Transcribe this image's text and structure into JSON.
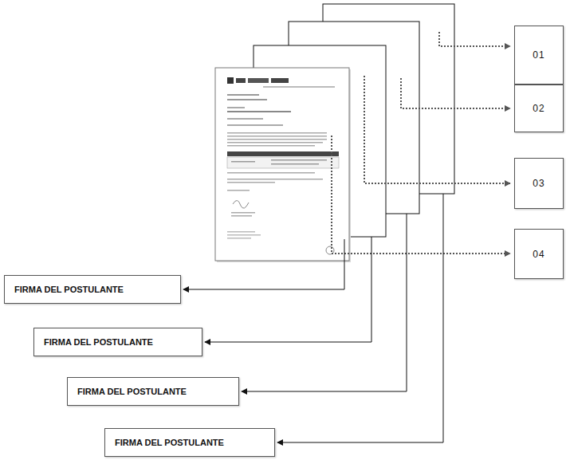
{
  "diagram": {
    "nodes": [
      {
        "text": [
          "01"
        ]
      },
      {
        "text": [
          "02"
        ]
      },
      {
        "text": [
          "03"
        ]
      },
      {
        "text": [
          "04"
        ]
      },
      {
        "text": [
          "FIRMA DEL POSTULANTE"
        ]
      },
      {
        "text": [
          "FIRMA DEL POSTULANTE"
        ]
      },
      {
        "text": [
          "FIRMA DEL POSTULANTE"
        ]
      },
      {
        "text": [
          "FIRMA DEL POSTULANTE"
        ]
      }
    ]
  }
}
